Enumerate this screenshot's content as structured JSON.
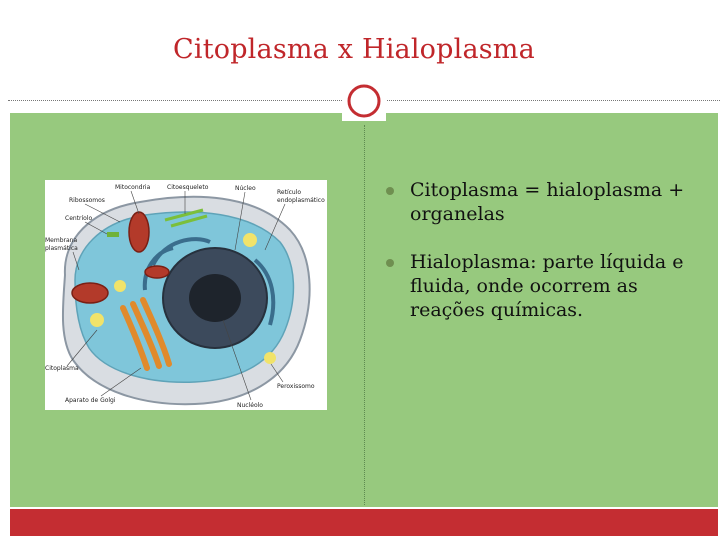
{
  "slide": {
    "title": "Citoplasma x Hialoplasma",
    "bullets": [
      {
        "text": "Citoplasma = hialoplasma + organelas"
      },
      {
        "text": "Hialoplasma: parte líquida e fluida, onde ocorrem as reações químicas."
      }
    ]
  },
  "figure": {
    "labels": {
      "mitocondria": "Mitocondria",
      "citoesqueleto": "Citoesqueleto",
      "nucleo": "Núcleo",
      "reticulo_1": "Retículo",
      "reticulo_2": "endoplasmático",
      "ribossomos": "Ribossomos",
      "centriolo": "Centríolo",
      "membrana_1": "Membrana",
      "membrana_2": "plasmática",
      "citoplasma": "Citoplasma",
      "golgi": "Aparato de Golgi",
      "nucleolo": "Nucléolo",
      "peroxissomo": "Peroxissomo"
    }
  },
  "colors": {
    "title": "#c0262a",
    "panel": "#97c97e",
    "bottom_bar": "#c42d32",
    "bullet": "#6f8f50"
  }
}
